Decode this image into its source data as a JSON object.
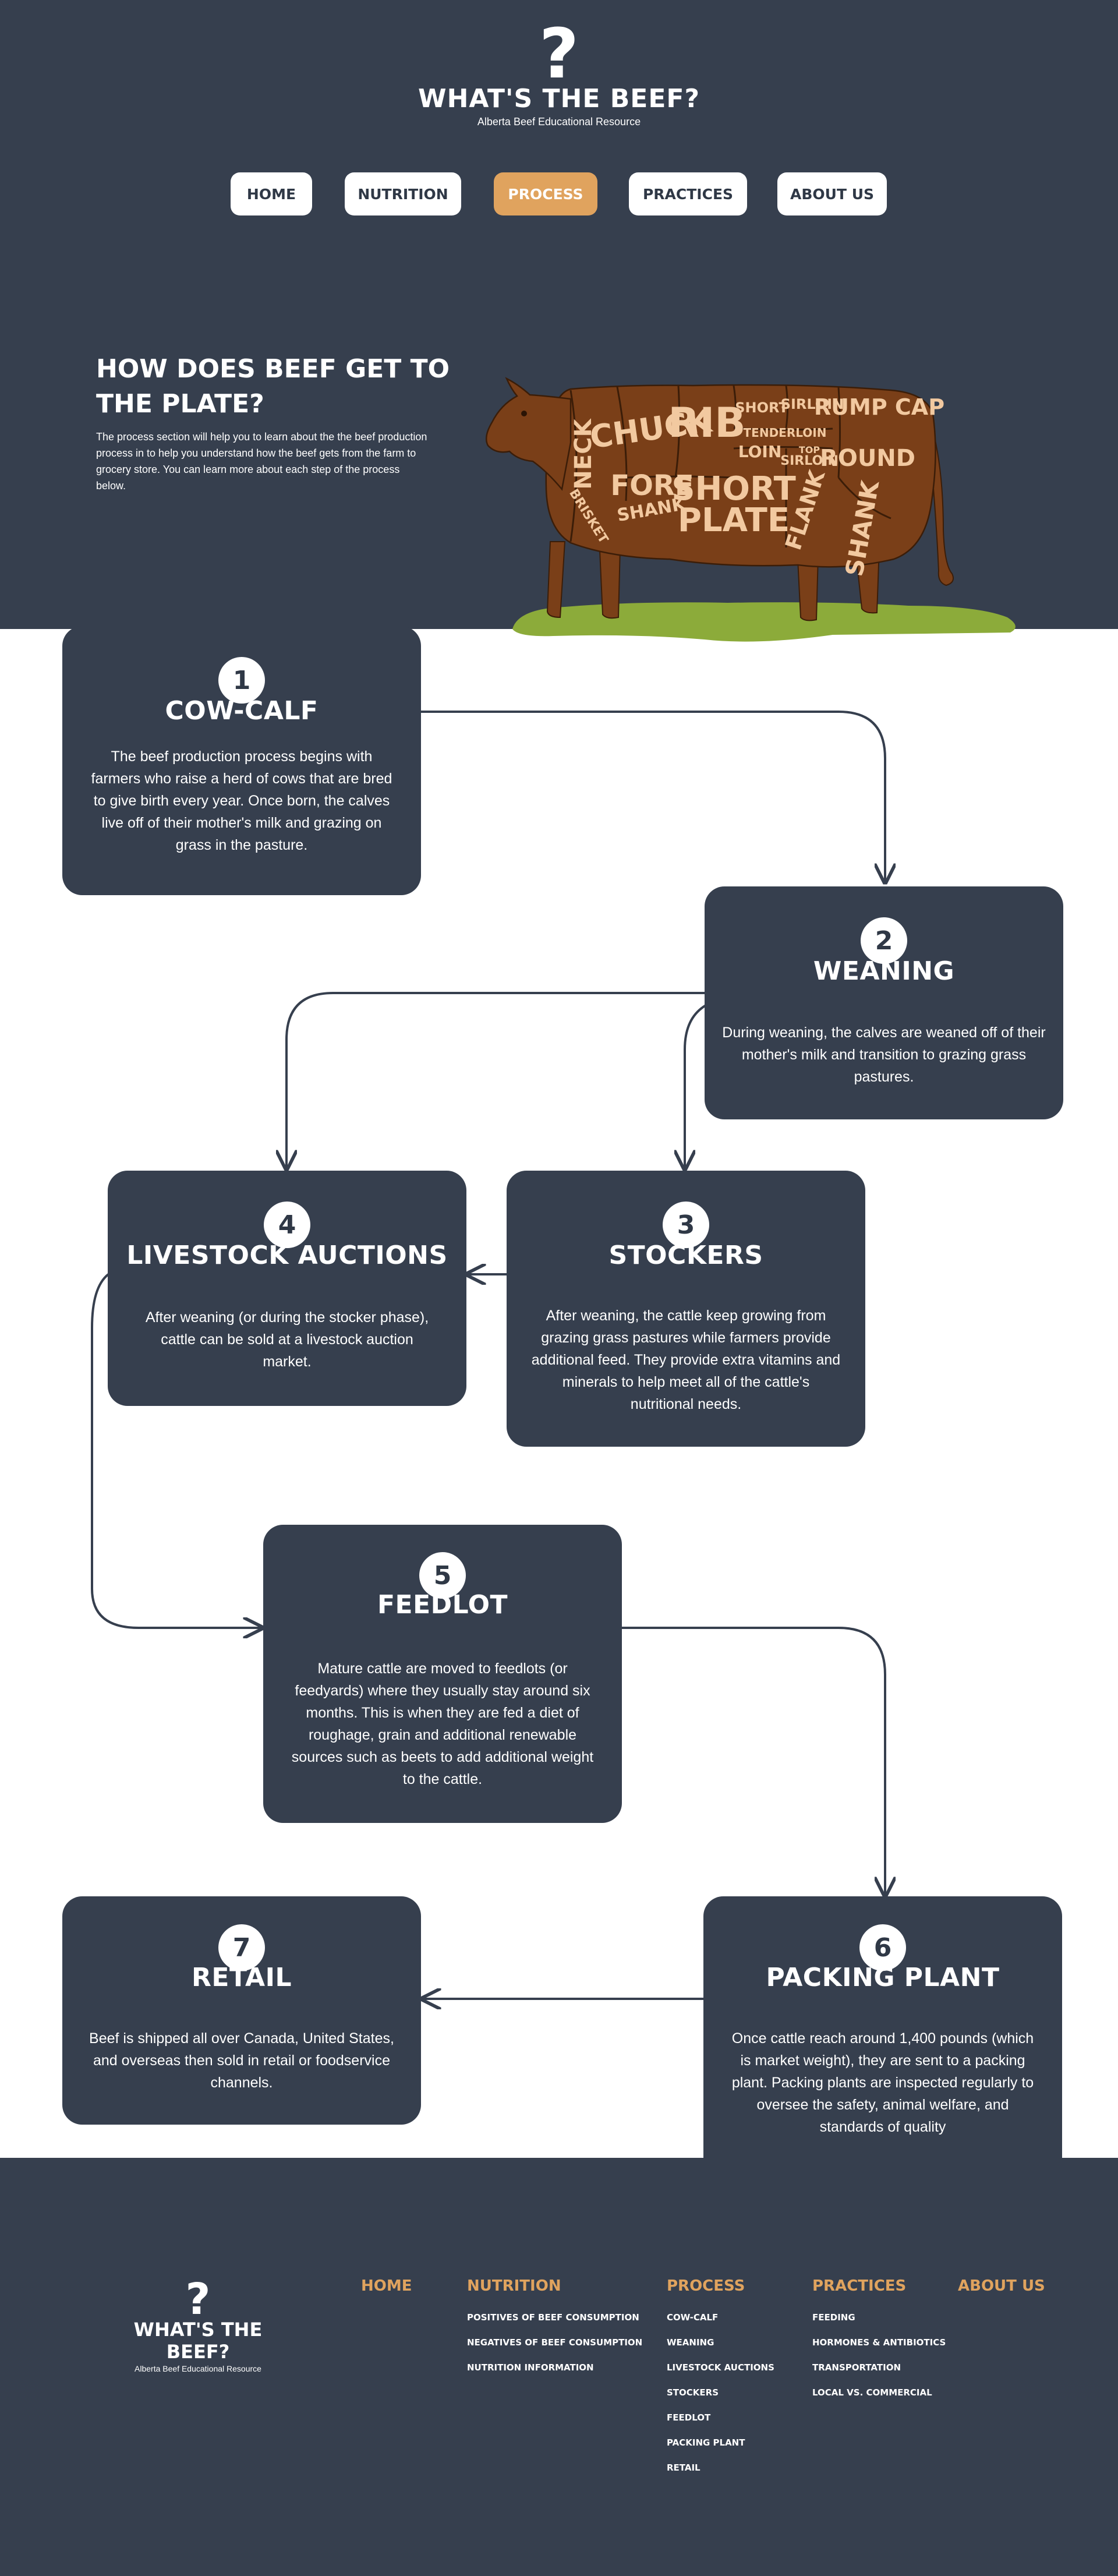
{
  "header": {
    "logo_mark": "?",
    "title": "WHAT'S THE BEEF?",
    "subtitle": "Alberta Beef Educational Resource"
  },
  "nav": [
    {
      "label": "HOME",
      "active": false
    },
    {
      "label": "NUTRITION",
      "active": false
    },
    {
      "label": "PROCESS",
      "active": true
    },
    {
      "label": "PRACTICES",
      "active": false
    },
    {
      "label": "ABOUT US",
      "active": false
    }
  ],
  "hero": {
    "heading": "HOW DOES BEEF GET TO THE PLATE?",
    "body": "The process section will help you to learn about the the beef production process in to help you understand how the beef gets from the farm to grocery store. You can learn more about each step of the process below.",
    "cow_cuts": {
      "neck": "NECK",
      "chuck": "CHUCK",
      "rib": "RIB",
      "short": "SHORT",
      "sirloin": "SIRLOIN",
      "rump_cap": "RUMP CAP",
      "tenderloin": "TENDERLOIN",
      "loin": "LOIN",
      "top_sirloin_1": "TOP",
      "top_sirloin_2": "SIRLOIN",
      "round": "ROUND",
      "brisket": "BRISKET",
      "fore_shank_1": "FORE",
      "fore_shank_2": "SHANK",
      "short_plate_1": "SHORT",
      "short_plate_2": "PLATE",
      "flank": "FLANK",
      "shank": "SHANK"
    }
  },
  "steps": [
    {
      "number": "1",
      "title": "COW-CALF",
      "text": "The beef production process begins with farmers who raise a herd of cows that are bred to give birth every year. Once born, the calves live off of their mother's milk and grazing on grass in the pasture."
    },
    {
      "number": "2",
      "title": "WEANING",
      "text": "During weaning, the calves are weaned off of their mother's milk and transition to grazing grass pastures."
    },
    {
      "number": "3",
      "title": "STOCKERS",
      "text": "After weaning, the cattle keep growing from grazing grass pastures while farmers provide additional feed. They provide extra vitamins and minerals to help meet all of the cattle's nutritional needs."
    },
    {
      "number": "4",
      "title": "LIVESTOCK AUCTIONS",
      "text": "After weaning (or during the stocker phase), cattle can be sold at a livestock auction market."
    },
    {
      "number": "5",
      "title": "FEEDLOT",
      "text": "Mature cattle are moved to feedlots (or feedyards) where they usually stay around six months. This is when they are fed a diet of roughage, grain and additional renewable sources such as beets to add additional weight to the cattle."
    },
    {
      "number": "6",
      "title": "PACKING PLANT",
      "text": "Once cattle reach around 1,400 pounds (which is market weight), they are sent to a packing plant. Packing plants are inspected regularly to oversee the safety, animal welfare, and standards of quality"
    },
    {
      "number": "7",
      "title": "RETAIL",
      "text": "Beef is shipped all over Canada, United States, and overseas then sold in retail or foodservice channels."
    }
  ],
  "footer": {
    "logo_mark": "?",
    "title": "WHAT'S THE BEEF?",
    "subtitle": "Alberta Beef Educational Resource",
    "columns": [
      {
        "heading": "HOME",
        "links": []
      },
      {
        "heading": "NUTRITION",
        "links": [
          "POSITIVES OF BEEF CONSUMPTION",
          "NEGATIVES OF BEEF CONSUMPTION",
          "NUTRITION INFORMATION"
        ]
      },
      {
        "heading": "PROCESS",
        "links": [
          "COW-CALF",
          "WEANING",
          "LIVESTOCK AUCTIONS",
          "STOCKERS",
          "FEEDLOT",
          "PACKING PLANT",
          "RETAIL"
        ]
      },
      {
        "heading": "PRACTICES",
        "links": [
          "FEEDING",
          "HORMONES & ANTIBIOTICS",
          "TRANSPORTATION",
          "LOCAL VS. COMMERCIAL"
        ]
      },
      {
        "heading": "ABOUT US",
        "links": []
      }
    ]
  },
  "colors": {
    "navy": "#363f4e",
    "accent": "#e0a35e",
    "cow_brown": "#7a3f18",
    "cut_text": "#f2c9a0",
    "grass": "#8cab3a"
  }
}
